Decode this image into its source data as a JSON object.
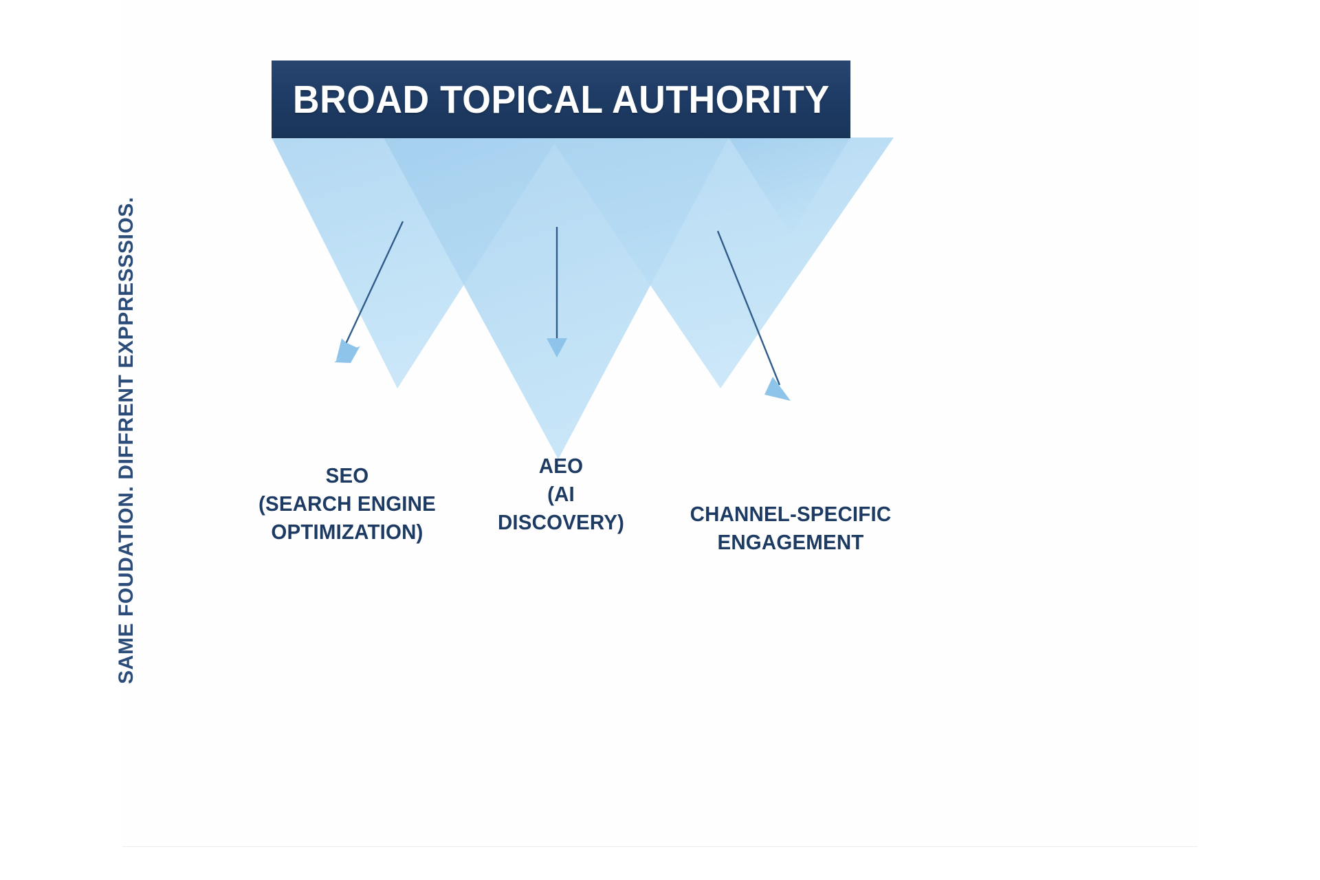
{
  "banner": {
    "title": "BROAD TOPICAL AUTHORITY",
    "bg_color": "#1d3a63",
    "text_color": "#ffffff"
  },
  "vertical_caption": {
    "text": "SAME FOUDATION. DIFFRENT EXPPRESSSIOS.",
    "color": "#2b4b78"
  },
  "labels": {
    "seo": "SEO\n(SEARCH ENGINE\nOPTIMIZATION)",
    "aeo": "AEO\n(AI\nDISCOVERY)",
    "channel": "CHANNEL-SPECIFIC\nENGAGEMENT",
    "color": "#1d3a63"
  },
  "colors": {
    "navy": "#1d3a63",
    "triangle_light": "#b3d8f2",
    "triangle_mid": "#9bcbee",
    "triangle_overlap": "#7ab6e0",
    "arrow_light": "#8fc4ea",
    "arrow_dark": "#2f5c8a",
    "background": "#ffffff"
  },
  "chart_data": {
    "type": "diagram",
    "title": "BROAD TOPICAL AUTHORITY",
    "subtitle": "SAME FOUDATION. DIFFRENT EXPPRESSSIOS.",
    "shape": "inverted-triangles-funnel",
    "triangle_count": 4,
    "branches": [
      {
        "name": "SEO",
        "detail": "(SEARCH ENGINE OPTIMIZATION)",
        "arrow": "down-right"
      },
      {
        "name": "AEO",
        "detail": "(AI DISCOVERY)",
        "arrow": "down"
      },
      {
        "name": "CHANNEL-SPECIFIC",
        "detail": "ENGAGEMENT",
        "arrow": "down-right"
      }
    ]
  }
}
